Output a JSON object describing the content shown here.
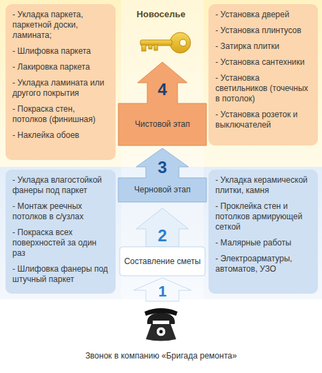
{
  "diagram": {
    "title": "Новоселье",
    "nodes": [
      {
        "text": [
          "- Укладка паркета, паркетной доски, ламината;",
          "- Шлифовка паркета",
          "- Лакировка паркета",
          "- Укладка ламината или другого покрытия",
          "- Покраска стен, потолков (финишная)",
          "- Наклейка обоев"
        ]
      },
      {
        "text": [
          "- Установка дверей",
          "- Установка плинтусов",
          "- Затирка плитки",
          "- Установка сантехники",
          "- Установка светильников (точечных в потолок)",
          "- Установка розеток и выключателей"
        ]
      },
      {
        "text": [
          "4",
          "Чистовой этап"
        ]
      },
      {
        "text": [
          "- Укладка влагостойкой фанеры под паркет",
          "- Монтаж реечных потолков в с/узлах",
          "- Покраска всех поверхностей за один раз",
          "- Шлифовка фанеры под штучный паркет"
        ]
      },
      {
        "text": [
          "- Укладка керамической плитки, камня",
          "- Проклейка стен и потолков армирующей сеткой",
          "- Малярные работы",
          "- Электроарматуры, автоматов, УЗО"
        ]
      },
      {
        "text": [
          "3",
          "Черновой этап"
        ]
      },
      {
        "text": [
          "2",
          "Составление сметы"
        ]
      },
      {
        "text": [
          "1"
        ]
      }
    ],
    "labels": [
      "Звонок в компанию «Бригада ремонта»"
    ]
  }
}
